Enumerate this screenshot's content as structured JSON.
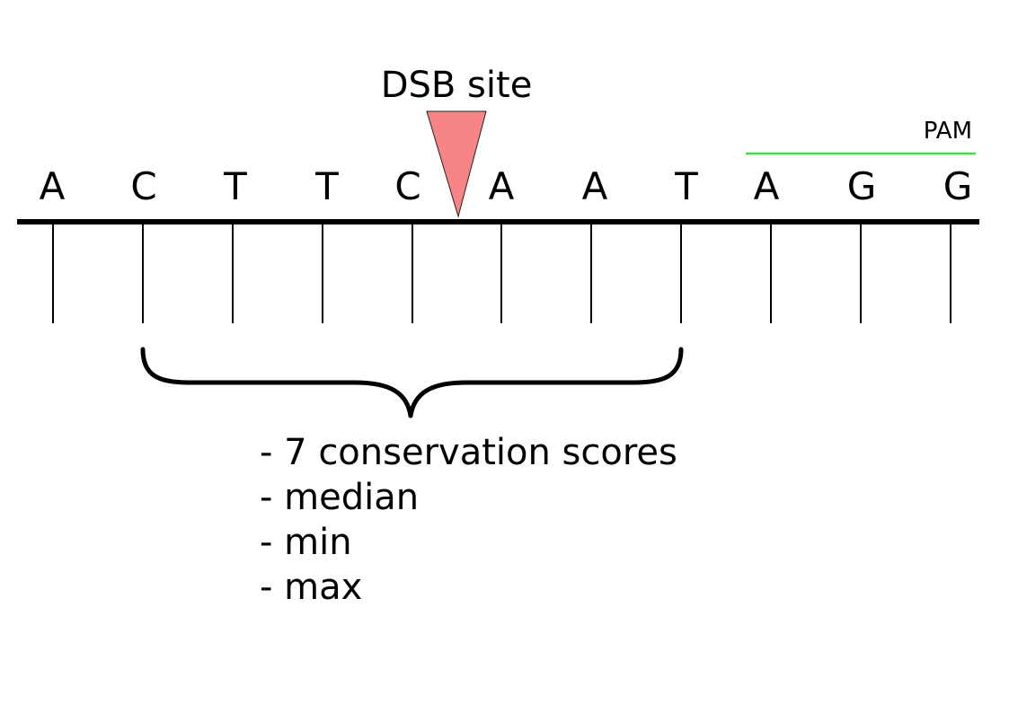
{
  "sequence": {
    "bases": [
      "A",
      "C",
      "T",
      "T",
      "C",
      "A",
      "A",
      "T",
      "A",
      "G",
      "G"
    ]
  },
  "dsb": {
    "label": "DSB site",
    "color": "#f88585"
  },
  "pam": {
    "label": "PAM",
    "color": "#44dd44"
  },
  "features": {
    "items": [
      "- 7 conservation scores",
      "- median",
      "- min",
      "- max"
    ]
  }
}
